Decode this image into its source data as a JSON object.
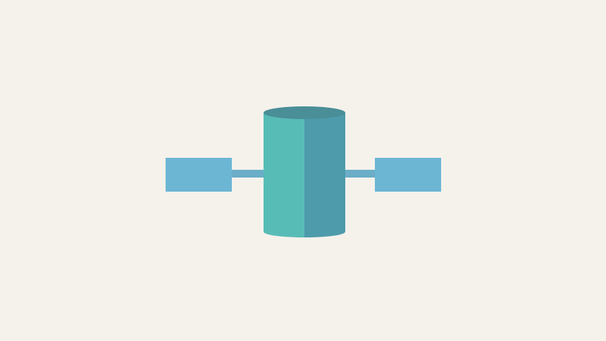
{
  "diagram": {
    "nodes": [
      {
        "id": "left-block",
        "shape": "rectangle",
        "label": ""
      },
      {
        "id": "center-cylinder",
        "shape": "cylinder",
        "label": ""
      },
      {
        "id": "right-block",
        "shape": "rectangle",
        "label": ""
      }
    ],
    "edges": [
      {
        "from": "left-block",
        "to": "center-cylinder"
      },
      {
        "from": "center-cylinder",
        "to": "right-block"
      }
    ],
    "colors": {
      "background": "#f5f2ec",
      "block": "#6cb6d4",
      "connector": "#6aaec8",
      "cylinder_light": "#58bcb6",
      "cylinder_dark": "#4e9bab",
      "cylinder_top": "#4a8e98"
    }
  }
}
